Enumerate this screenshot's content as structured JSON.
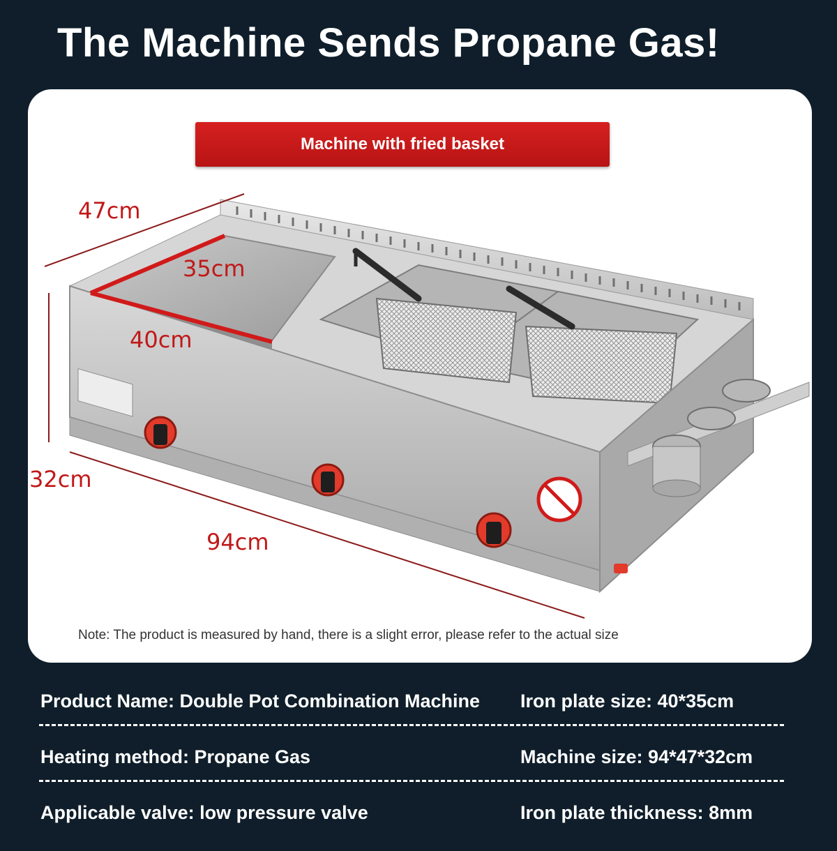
{
  "headline": "The Machine Sends Propane Gas!",
  "banner": "Machine with fried basket",
  "dimensions": {
    "depth": "47cm",
    "plate_depth": "35cm",
    "plate_width": "40cm",
    "height": "32cm",
    "width": "94cm"
  },
  "note": "Note: The product is measured by hand, there is a slight error, please refer to the actual size",
  "specs": [
    {
      "left": "Product Name: Double Pot Combination Machine",
      "right": "Iron plate size: 40*35cm"
    },
    {
      "left": "Heating method: Propane Gas",
      "right": "Machine size: 94*47*32cm"
    },
    {
      "left": "Applicable valve: low pressure valve",
      "right": "Iron plate thickness: 8mm"
    }
  ],
  "colors": {
    "background": "#0f1e2a",
    "accent_red": "#c11818",
    "panel": "#ffffff"
  }
}
